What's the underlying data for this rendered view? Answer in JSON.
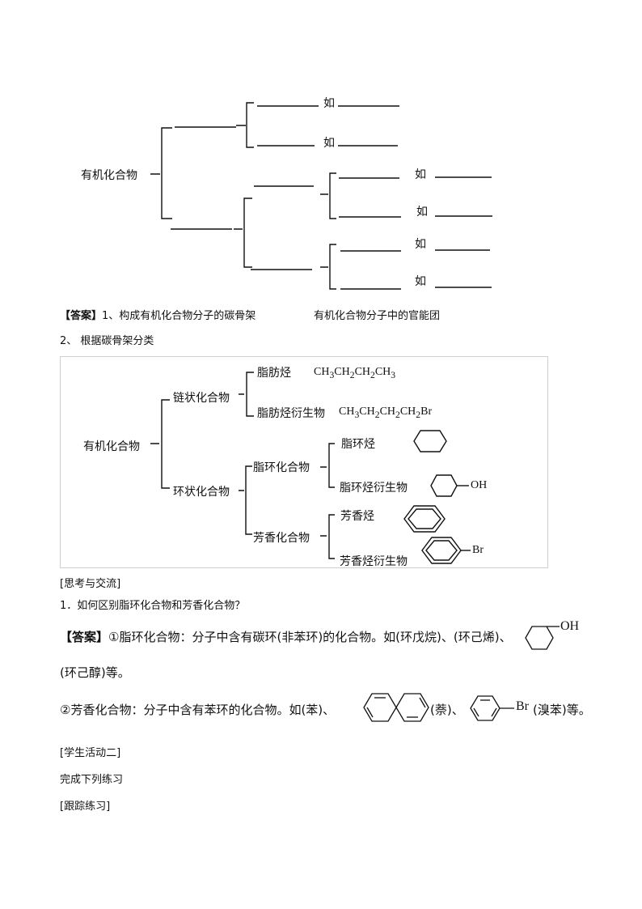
{
  "tree1": {
    "root": "有机化合物",
    "leaf_prefix": "如"
  },
  "answer1": {
    "tag": "【答案】",
    "part1": "1、构成有机化合物分子的碳骨架",
    "part2": "有机化合物分子中的官能团"
  },
  "item2": "2、 根据碳骨架分类",
  "tree2": {
    "root": "有机化合物",
    "chain": "链状化合物",
    "cyclic": "环状化合物",
    "aliphatic_hc": "脂肪烃",
    "aliphatic_hc_formula": "CH3CH2CH2CH3",
    "aliphatic_deriv": "脂肪烃衍生物",
    "aliphatic_deriv_formula": "CH3CH2CH2CH2Br",
    "alicyclic": "脂环化合物",
    "alicyclic_hc": "脂环烃",
    "alicyclic_deriv": "脂环烃衍生物",
    "oh": "OH",
    "aromatic": "芳香化合物",
    "aromatic_hc": "芳香烃",
    "aromatic_deriv": "芳香烃衍生物",
    "br": "Br"
  },
  "think": {
    "header": "[思考与交流]",
    "q1": "1．如何区别脂环化合物和芳香化合物？",
    "a1_tag": "【答案】",
    "a1_text": "①脂环化合物：分子中含有碳环(非苯环)的化合物。如(环戊烷)、(环己烯)、",
    "a1_oh": "OH",
    "a1_cont": "(环己醇)等。",
    "a2_text": "②芳香化合物：分子中含有苯环的化合物。如(苯)、",
    "a2_naph": "(萘)、",
    "a2_br": "Br",
    "a2_end": "(溴苯)等。"
  },
  "activity": {
    "header": "[学生活动二]",
    "line": "完成下列练习",
    "follow": "[跟踪练习]"
  }
}
